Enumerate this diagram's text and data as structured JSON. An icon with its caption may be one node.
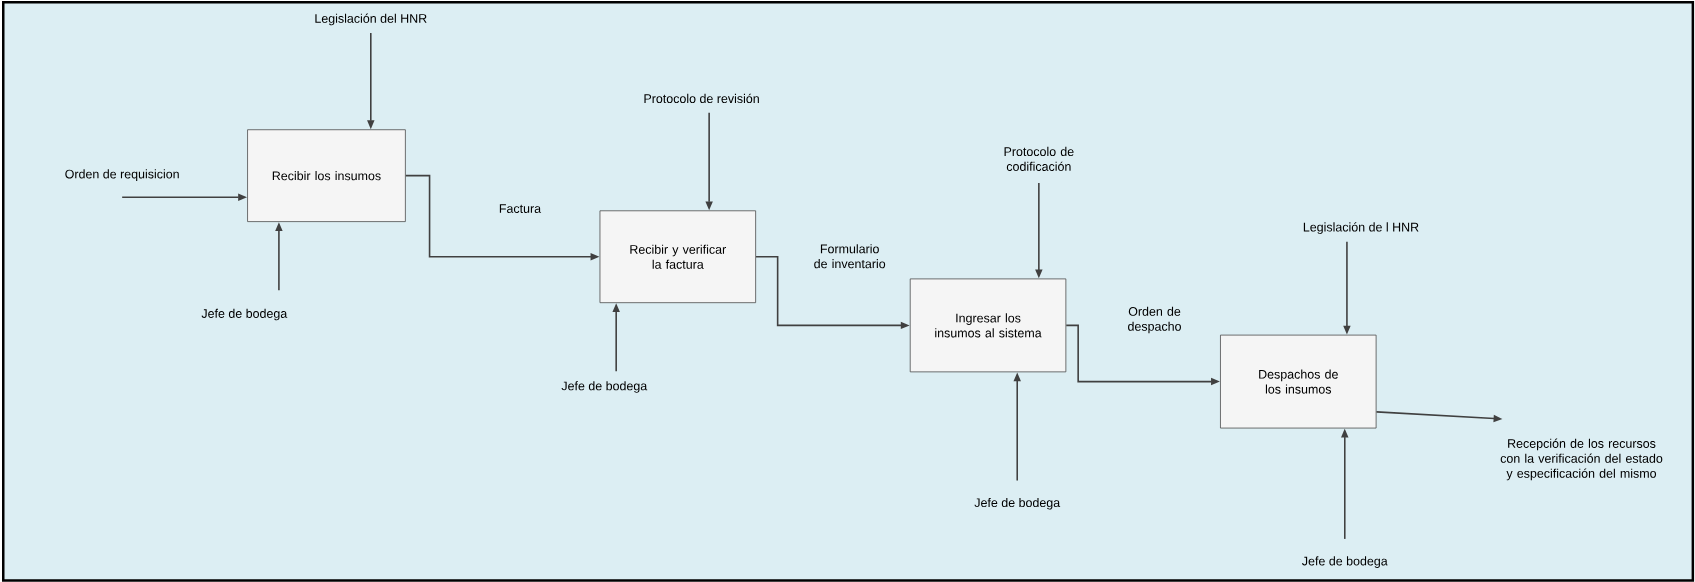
{
  "diagram": {
    "nodes": [
      {
        "text": [
          "Legislación del HNR"
        ]
      },
      {
        "text": [
          "Orden de requisicion"
        ]
      },
      {
        "text": [
          "Recibir los insumos"
        ]
      },
      {
        "text": [
          "Jefe de bodega"
        ]
      },
      {
        "text": [
          "Protocolo de revisión"
        ]
      },
      {
        "text": [
          "Recibir y verificar la factura"
        ]
      },
      {
        "text": [
          "Jefe de bodega"
        ]
      },
      {
        "text": [
          "Protocolo de codificación"
        ]
      },
      {
        "text": [
          "Ingresar los insumos al sistema"
        ]
      },
      {
        "text": [
          "Jefe de bodega"
        ]
      },
      {
        "text": [
          "Legislación de l HNR"
        ]
      },
      {
        "text": [
          "Despachos de los insumos"
        ]
      },
      {
        "text": [
          "Jefe de bodega"
        ]
      },
      {
        "text": [
          "Recepción de los recursos con la verificación del estado y especificación del mismo"
        ]
      }
    ],
    "edges": [
      {
        "from": 0,
        "to": 2,
        "arrow": "to"
      },
      {
        "from": 1,
        "to": 2,
        "arrow": "to"
      },
      {
        "from": 3,
        "to": 2,
        "arrow": "to"
      },
      {
        "from": 2,
        "to": 5,
        "arrow": "to",
        "label": "Factura"
      },
      {
        "from": 4,
        "to": 5,
        "arrow": "to"
      },
      {
        "from": 6,
        "to": 5,
        "arrow": "to"
      },
      {
        "from": 5,
        "to": 8,
        "arrow": "to",
        "label": "Formulario de inventario"
      },
      {
        "from": 7,
        "to": 8,
        "arrow": "to"
      },
      {
        "from": 9,
        "to": 8,
        "arrow": "to"
      },
      {
        "from": 8,
        "to": 11,
        "arrow": "to",
        "label": "Orden de despacho"
      },
      {
        "from": 10,
        "to": 11,
        "arrow": "to"
      },
      {
        "from": 12,
        "to": 11,
        "arrow": "to"
      },
      {
        "from": 11,
        "to": 13,
        "arrow": "to"
      }
    ]
  }
}
